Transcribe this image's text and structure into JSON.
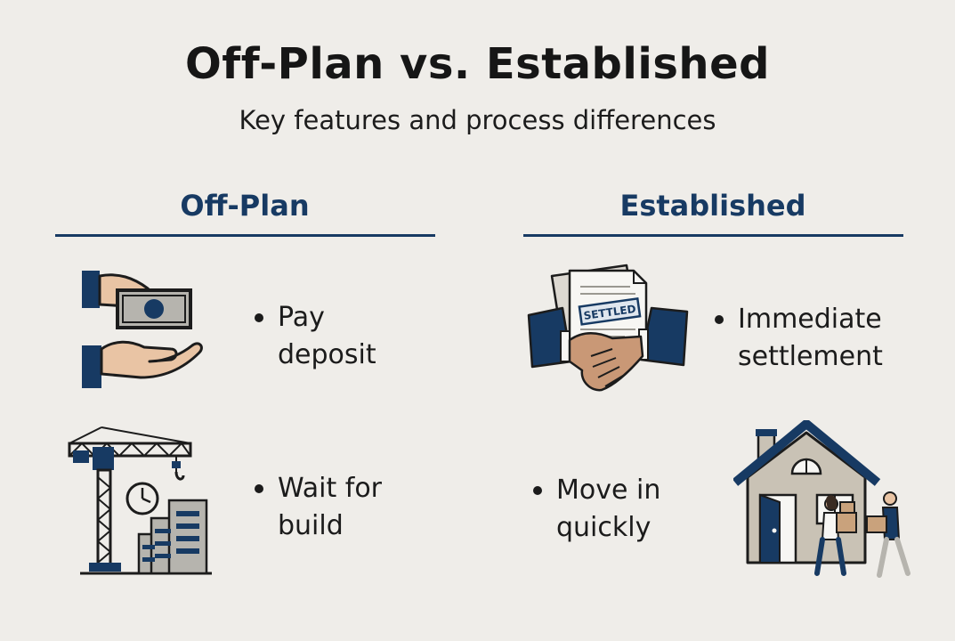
{
  "header": {
    "title": "Off-Plan vs. Established",
    "subtitle": "Key features and process differences"
  },
  "columns": [
    {
      "heading": "Off-Plan",
      "items": [
        {
          "line1": "Pay",
          "line2": "deposit",
          "icon": "money-hand-icon"
        },
        {
          "line1": "Wait for",
          "line2": "build",
          "icon": "construction-crane-icon"
        }
      ]
    },
    {
      "heading": "Established",
      "items": [
        {
          "line1": "Immediate",
          "line2": "settlement",
          "icon": "handshake-icon",
          "stamp": "SETTLED"
        },
        {
          "line1": "Move in",
          "line2": "quickly",
          "icon": "house-moving-icon"
        }
      ]
    }
  ],
  "colors": {
    "accent": "#173a63",
    "background": "#efede9",
    "skin": "#e9c4a4",
    "money": "#b6b4ae",
    "house": "#c9c2b5"
  }
}
